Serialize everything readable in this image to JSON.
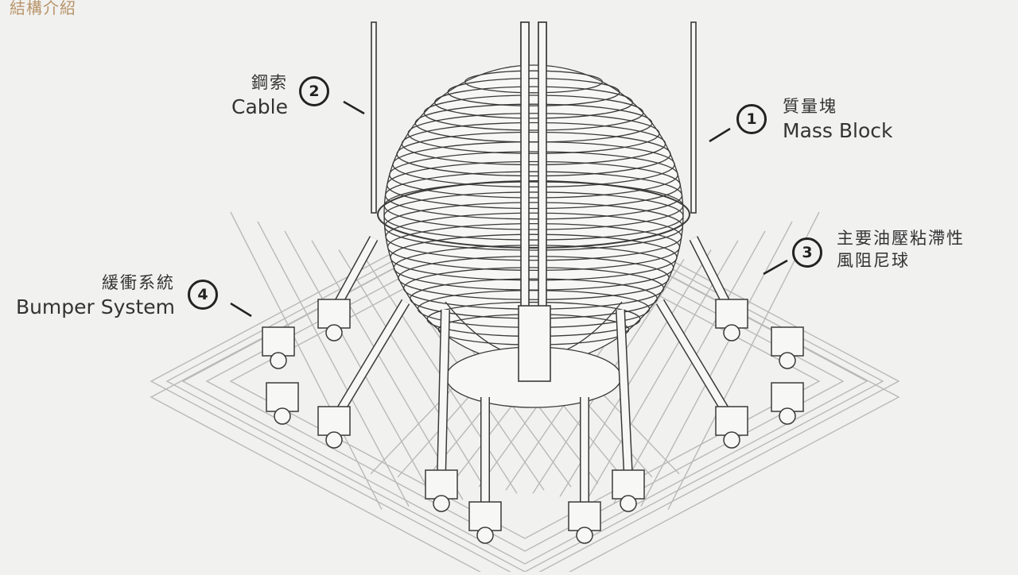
{
  "heading": "結構介紹",
  "callouts": [
    {
      "number": "1",
      "zh": "質量塊",
      "en": "Mass Block"
    },
    {
      "number": "2",
      "zh": "鋼索",
      "en": "Cable"
    },
    {
      "number": "3",
      "zh": "主要油壓粘滯性",
      "zh2": "風阻尼球"
    },
    {
      "number": "4",
      "zh": "緩衝系統",
      "en": "Bumper System"
    }
  ]
}
